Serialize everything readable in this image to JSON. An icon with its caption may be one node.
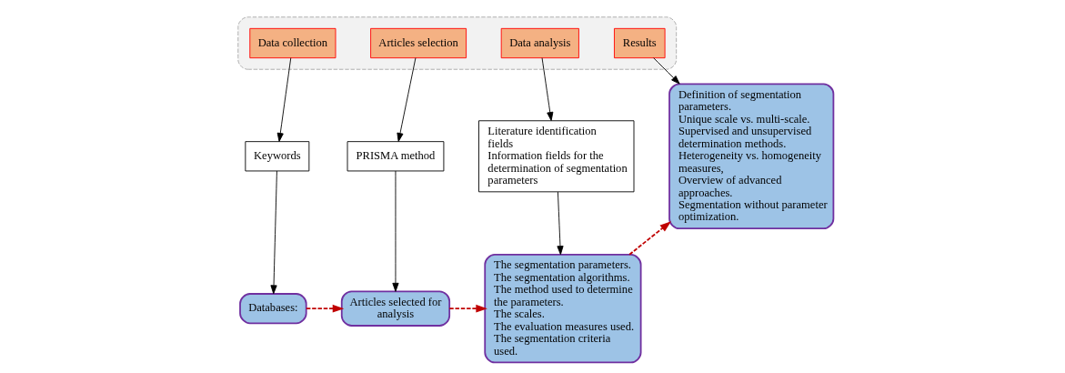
{
  "diagram": {
    "nodes": [
      {
        "text": [],
        "shape": "box"
      },
      {
        "text": [
          "Data collection"
        ],
        "in": 0
      },
      {
        "text": [
          "Articles selection"
        ],
        "in": 0
      },
      {
        "text": [
          "Data analysis"
        ],
        "in": 0
      },
      {
        "text": [
          "Results"
        ],
        "in": 0
      },
      {
        "text": [
          "Keywords"
        ]
      },
      {
        "text": [
          "Databases:"
        ]
      },
      {
        "text": [
          "PRISMA method"
        ]
      },
      {
        "text": [
          "Articles selected for analysis"
        ]
      },
      {
        "text": [
          "Literature identification fields",
          "Information fields for the determination of segmentation parameters"
        ]
      },
      {
        "text": [
          "The segmentation parameters.",
          "The segmentation algorithms.",
          "The method used to determine the parameters.",
          "The scales.",
          "The evaluation measures used.",
          "The segmentation criteria used."
        ]
      },
      {
        "text": [
          "Definition of segmentation parameters.",
          "Unique scale vs. multi-scale.",
          "Supervised and unsupervised determination methods.",
          "Heterogeneity vs. homogeneity measures,",
          "Overview of advanced approaches.",
          "Segmentation without parameter optimization."
        ]
      }
    ],
    "edges": [
      {
        "from": 1,
        "to": 5,
        "arrow": "to"
      },
      {
        "from": 5,
        "to": 6,
        "arrow": "to"
      },
      {
        "from": 2,
        "to": 7,
        "arrow": "to"
      },
      {
        "from": 7,
        "to": 8,
        "arrow": "to"
      },
      {
        "from": 3,
        "to": 9,
        "arrow": "to"
      },
      {
        "from": 9,
        "to": 10,
        "arrow": "to"
      },
      {
        "from": 4,
        "to": 11,
        "arrow": "to"
      },
      {
        "from": 6,
        "to": 8,
        "arrow": "to",
        "style": "dashed",
        "color": "#c00000"
      },
      {
        "from": 8,
        "to": 10,
        "arrow": "to",
        "style": "dashed",
        "color": "#c00000"
      },
      {
        "from": 10,
        "to": 11,
        "arrow": "to",
        "style": "dashed",
        "color": "#c00000"
      }
    ]
  }
}
